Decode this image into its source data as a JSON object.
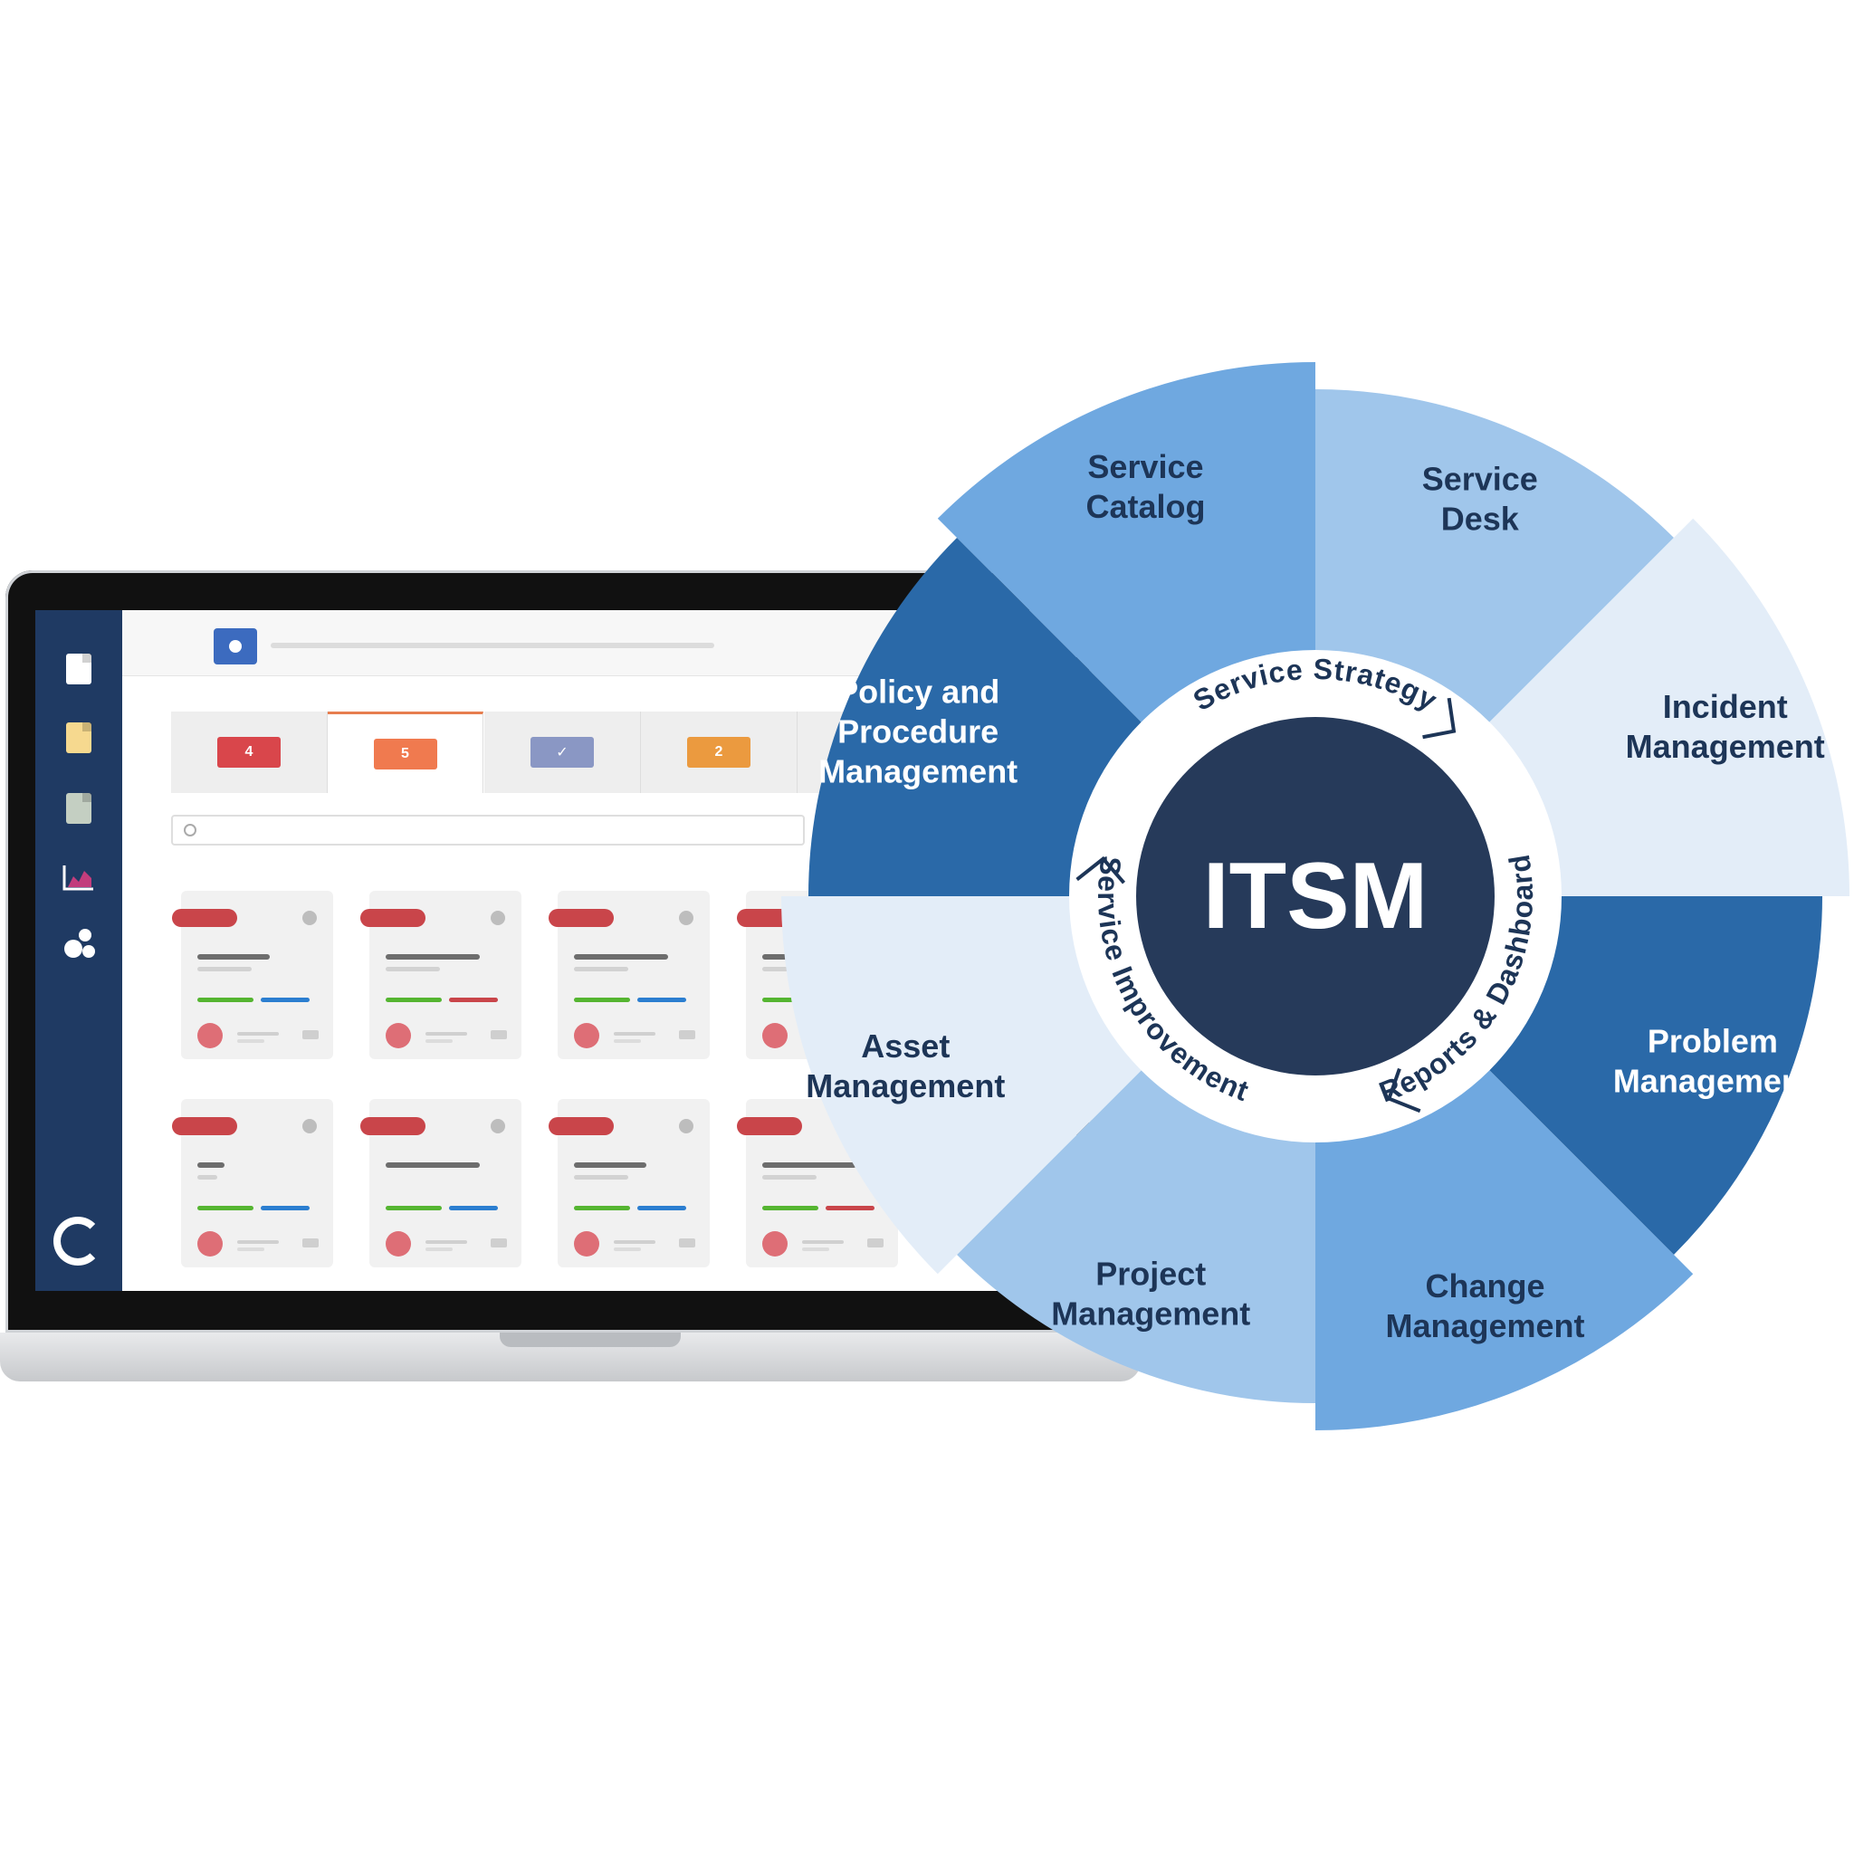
{
  "laptop": {
    "tabs": [
      {
        "label": "4",
        "color": "#d9464b"
      },
      {
        "label": "5",
        "color": "#f07a4f"
      },
      {
        "label": "✓",
        "color": "#8a97c4"
      },
      {
        "label": "2",
        "color": "#eb9a3f"
      }
    ],
    "sidebar_icons": [
      "document-icon",
      "note-icon",
      "file-icon",
      "chart-icon",
      "bubbles-icon",
      "logo-icon"
    ]
  },
  "wheel": {
    "center": "ITSM",
    "ring": [
      "Service Strategy",
      "Reports & Dashboard",
      "Service Improvement"
    ],
    "segments": [
      {
        "lines": [
          "Service",
          "Catalog"
        ],
        "fill": "#6fa8e0",
        "text": "#1d3557"
      },
      {
        "lines": [
          "Service",
          "Desk"
        ],
        "fill": "#a0c6eb",
        "text": "#1d3557"
      },
      {
        "lines": [
          "Incident",
          "Management"
        ],
        "fill": "#e3edf8",
        "text": "#1d3557"
      },
      {
        "lines": [
          "Problem",
          "Management"
        ],
        "fill": "#2a69a8",
        "text": "#ffffff"
      },
      {
        "lines": [
          "Change",
          "Management"
        ],
        "fill": "#6fa8e0",
        "text": "#1d3557"
      },
      {
        "lines": [
          "Project",
          "Management"
        ],
        "fill": "#a0c6eb",
        "text": "#1d3557"
      },
      {
        "lines": [
          "Asset",
          "Management"
        ],
        "fill": "#e3edf8",
        "text": "#1d3557"
      },
      {
        "lines": [
          "Policy and",
          "Procedure",
          "Management"
        ],
        "fill": "#2a69a8",
        "text": "#ffffff"
      }
    ],
    "colors": {
      "center": "#263a5a",
      "ring": "#ffffff",
      "ring_text": "#1d3557"
    }
  }
}
